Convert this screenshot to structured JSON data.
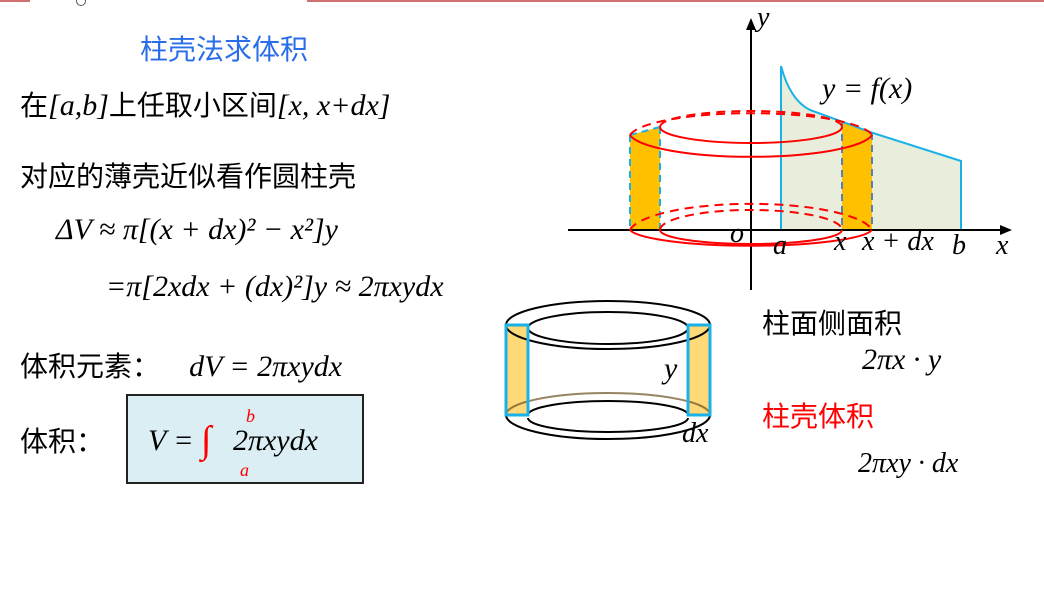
{
  "header": {
    "title": "柱壳法求体积"
  },
  "main": {
    "line1": {
      "prefix": "在",
      "interval1": "[a,b]",
      "middle": "上任取小区间",
      "interval2": "[x, x+dx]"
    },
    "line2": "对应的薄壳近似看作圆柱壳",
    "eq1": "ΔV ≈ π[(x + dx)² − x²]y",
    "eq2": "=π[2xdx + (dx)²]y ≈ 2πxydx",
    "element_label": "体积元素：",
    "element_formula": "dV = 2πxydx",
    "volume_label": "体积：",
    "volume_formula": {
      "lhs": "V =",
      "integral": "∫",
      "upper": "b",
      "lower": "a",
      "integrand": "2πxydx"
    }
  },
  "graph": {
    "y_axis_label": "y",
    "x_axis_label": "x",
    "origin_label": "o",
    "curve_label": "y = f(x)",
    "tick_labels": [
      "a",
      "x",
      "x + dx",
      "b"
    ],
    "colors": {
      "curve": "#1ab0e8",
      "shell": "#ff0000",
      "fill_region": "#e8eddc",
      "shell_fill": "#ffc000"
    }
  },
  "shell_diagram": {
    "height_label": "y",
    "thickness_label": "dx",
    "colors": {
      "edge": "#1ab0e8",
      "fill": "#ffd878",
      "outline": "#000000"
    }
  },
  "side_notes": {
    "lateral_area_label": "柱面侧面积",
    "lateral_area_formula": "2πx · y",
    "shell_volume_label": "柱壳体积",
    "shell_volume_formula": "2πxy · dx"
  }
}
